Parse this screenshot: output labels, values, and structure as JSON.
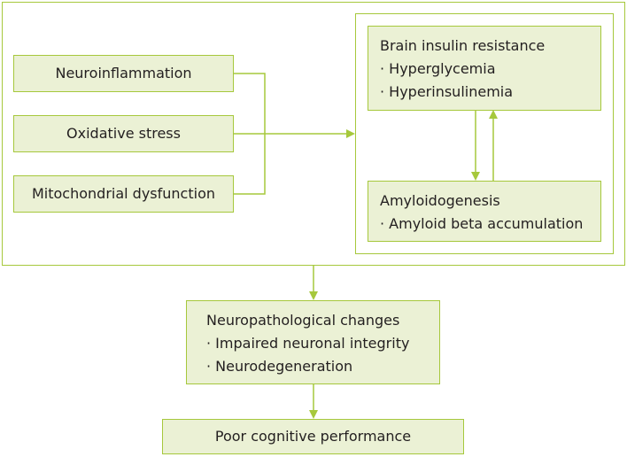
{
  "causes": [
    "Neuroinflammation",
    "Oxidative stress",
    "Mitochondrial dysfunction"
  ],
  "insulin": {
    "title": "Brain insulin resistance",
    "items": [
      "· Hyperglycemia",
      "· Hyperinsulinemia"
    ]
  },
  "amyloid": {
    "title": "Amyloidogenesis",
    "items": [
      "· Amyloid beta accumulation"
    ]
  },
  "neuro": {
    "title": "Neuropathological changes",
    "items": [
      "· Impaired neuronal integrity",
      "· Neurodegeneration"
    ]
  },
  "outcome": "Poor cognitive performance",
  "colors": {
    "line": "#a6c83c",
    "fill": "#ebf1d5",
    "text": "#231f20"
  }
}
